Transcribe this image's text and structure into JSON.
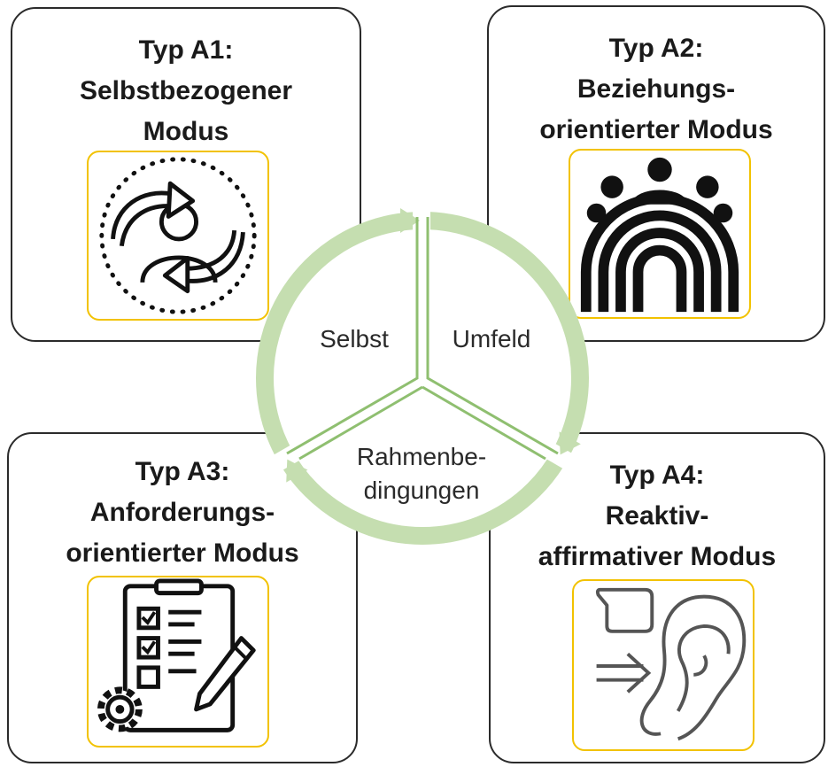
{
  "cards": [
    {
      "id": "a1",
      "line1": "Typ A1:",
      "line2": "Selbstbezogener",
      "line3": "Modus",
      "icon": "person-cycle-icon"
    },
    {
      "id": "a2",
      "line1": "Typ A2:",
      "line2": "Beziehungs-",
      "line3": "orientierter Modus",
      "icon": "rainbow-people-icon"
    },
    {
      "id": "a3",
      "line1": "Typ A3:",
      "line2": "Anforderungs-",
      "line3": "orientierter Modus",
      "icon": "checklist-gear-icon"
    },
    {
      "id": "a4",
      "line1": "Typ A4:",
      "line2": "Reaktiv-",
      "line3": "affirmativer Modus",
      "icon": "ear-listening-icon"
    }
  ],
  "cycle": {
    "segments": [
      "Selbst",
      "Umfeld",
      "Rahmenbe-",
      "dingungen"
    ],
    "ring_color": "#c5deb0",
    "divider_color": "#8fbf70"
  },
  "colors": {
    "icon_border": "#f2c200",
    "card_border": "#2b2b2b"
  }
}
